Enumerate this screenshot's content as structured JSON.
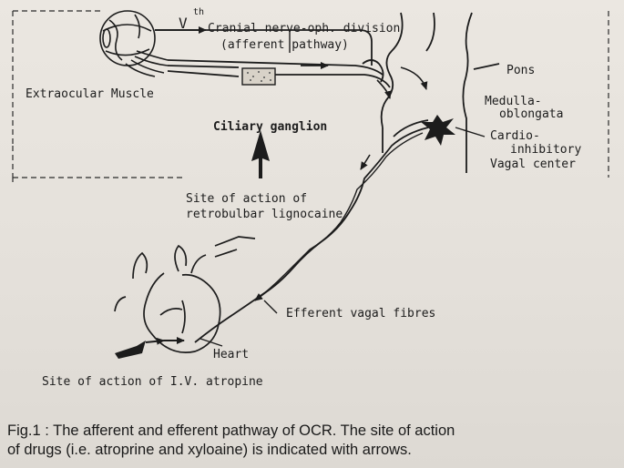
{
  "figure": {
    "labels": {
      "nerve_numeral": "V",
      "nerve_superscript": "th",
      "nerve_line1": "Cranial nerve-oph. division",
      "nerve_line2": "(afferent pathway)",
      "extraocular_muscle": "Extraocular Muscle",
      "ciliary_ganglion": "Ciliary ganglion",
      "pons": "Pons",
      "medulla_line1": "Medulla-",
      "medulla_line2": "oblongata",
      "cardio_line1": "Cardio-",
      "cardio_line2": "inhibitory",
      "cardio_line3": "Vagal center",
      "site_retro_line1": "Site of action of",
      "site_retro_line2": "retrobulbar lignocaine",
      "efferent_vagal": "Efferent vagal fibres",
      "heart": "Heart",
      "site_iv": "Site of action of I.V. atropine"
    }
  },
  "caption": {
    "line1": "Fig.1 : The afferent and efferent pathway of OCR. The site of action",
    "line2": "of drugs (i.e. atroprine and xyloaine) is indicated with arrows."
  }
}
